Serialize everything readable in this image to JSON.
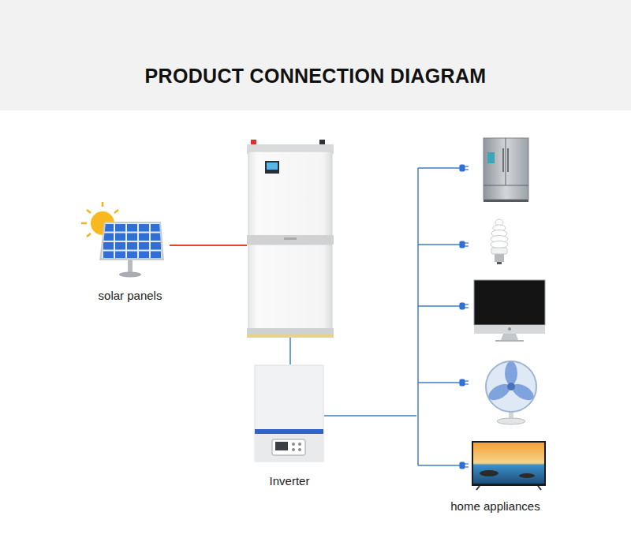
{
  "diagram": {
    "title": "PRODUCT CONNECTION DIAGRAM",
    "nodes": [
      {
        "text": [
          "solar panels"
        ]
      },
      {
        "text": []
      },
      {
        "text": [
          "Inverter"
        ]
      },
      {
        "text": [
          "home appliances"
        ]
      }
    ],
    "edges": [
      {
        "from": 0,
        "to": 1,
        "arrow": "none"
      },
      {
        "from": 1,
        "to": 2,
        "arrow": "none"
      },
      {
        "from": 2,
        "to": 3,
        "arrow": "none"
      }
    ]
  }
}
